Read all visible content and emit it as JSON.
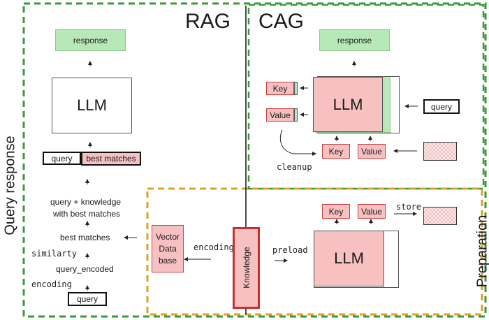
{
  "sections": {
    "rag": "RAG",
    "cag": "CAG",
    "query_response": "Query response",
    "preparation": "Preparation"
  },
  "rag": {
    "response": "response",
    "llm": "LLM",
    "query": "query",
    "best_matches_box": "best matches",
    "query_knowledge_line1": "query + knowledge",
    "query_knowledge_line2": "with best matches",
    "best_matches": "best matches",
    "similarity": "similarty",
    "query_encoded": "query_encoded",
    "encoding": "encoding",
    "query_bottom": "query"
  },
  "cag": {
    "response": "response",
    "llm": "LLM",
    "key": "Key",
    "value": "Value",
    "query": "query",
    "key_bottom": "Key",
    "value_bottom": "Value",
    "cleanup": "cleanup"
  },
  "prep": {
    "vector_db_line1": "Vector",
    "vector_db_line2": "Data",
    "vector_db_line3": "base",
    "encoding": "encoding",
    "knowledge": "Knowledge",
    "preload": "preload",
    "llm": "LLM",
    "key": "Key",
    "value": "Value",
    "store": "store"
  },
  "colors": {
    "green_dash": "#3a9a3a",
    "orange_dash": "#e0a020",
    "response_green": "#b7e8b7",
    "pink_fill": "#f7c1c1",
    "pink_border": "#d04040"
  }
}
